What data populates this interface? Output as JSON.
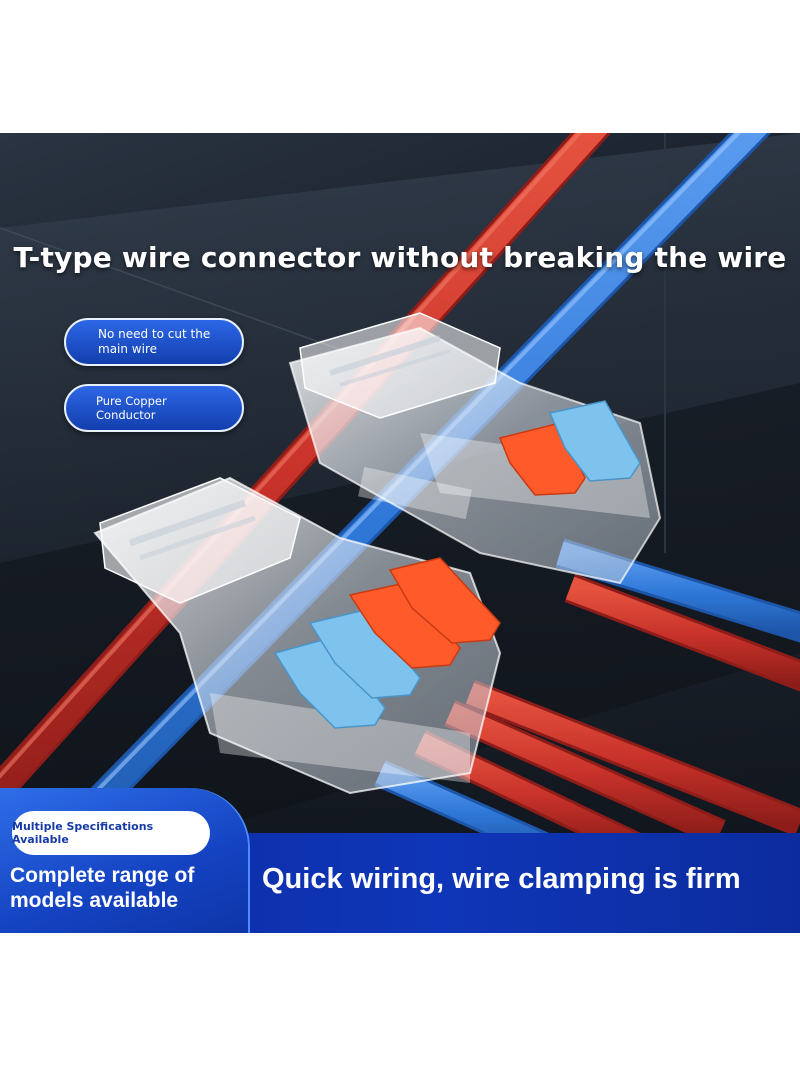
{
  "headline": "T-type wire connector without breaking the wire",
  "features": [
    {
      "label": "No need to cut the main wire"
    },
    {
      "label": "Pure Copper Conductor"
    }
  ],
  "badge": "Multiple Specifications Available",
  "left_caption": "Complete range of models available",
  "right_caption": "Quick wiring, wire clamping is firm",
  "colors": {
    "wire_red": "#c8322a",
    "wire_blue": "#2f78d8",
    "lever_orange": "#ff5a2a",
    "lever_blue": "#7ec3ee",
    "banner_blue": "#0f36b8",
    "accent_blue": "#2f6ee8"
  }
}
